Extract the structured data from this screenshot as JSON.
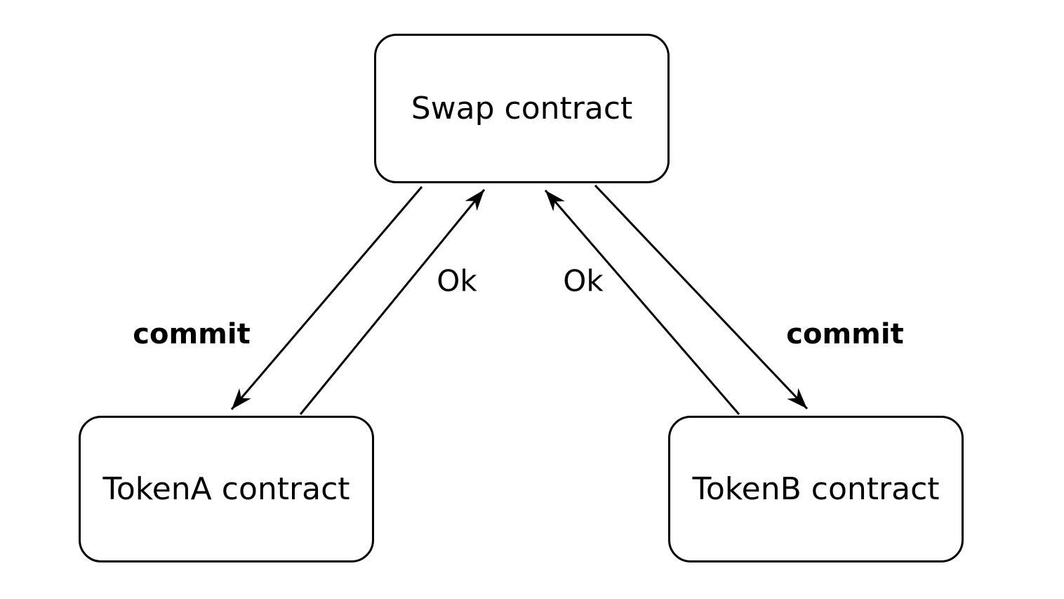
{
  "diagram": {
    "background_color": "#ffffff",
    "stroke_color": "#000000",
    "nodes": [
      {
        "id": "swap",
        "label": "Swap contract"
      },
      {
        "id": "tokenA",
        "label": "TokenA contract"
      },
      {
        "id": "tokenB",
        "label": "TokenB contract"
      }
    ],
    "edges": [
      {
        "from": "swap",
        "to": "tokenA",
        "label": "commit",
        "style": "bold"
      },
      {
        "from": "tokenA",
        "to": "swap",
        "label": "Ok",
        "style": "regular"
      },
      {
        "from": "swap",
        "to": "tokenB",
        "label": "commit",
        "style": "bold"
      },
      {
        "from": "tokenB",
        "to": "swap",
        "label": "Ok",
        "style": "regular"
      }
    ]
  }
}
